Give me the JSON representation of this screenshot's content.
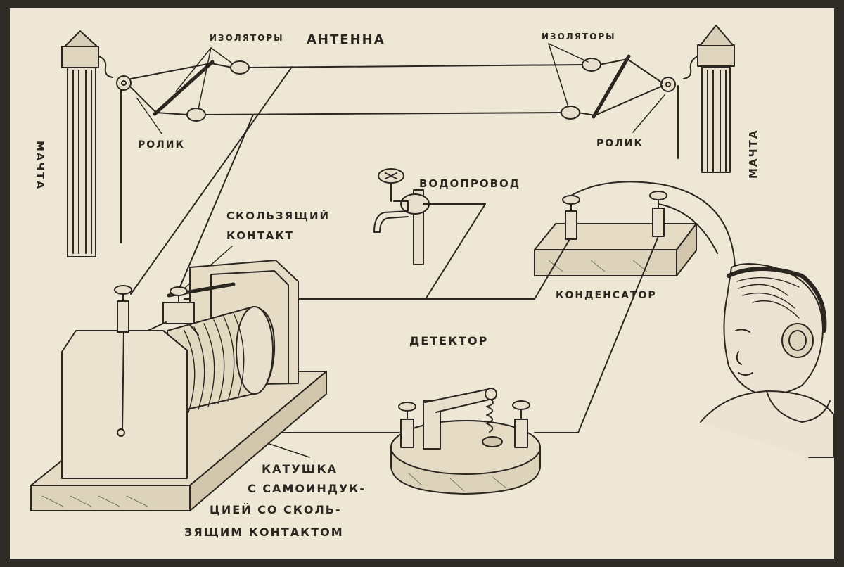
{
  "diagram": {
    "labels": {
      "antenna": "АНТЕННА",
      "insulators_left": "ИЗОЛЯТОРЫ",
      "insulators_right": "ИЗОЛЯТОРЫ",
      "pulley_left": "РОЛИК",
      "pulley_right": "РОЛИК",
      "mast_left": "МАЧТА",
      "mast_right": "МАЧТА",
      "water_pipe": "ВОДОПРОВОД",
      "sliding_contact_line1": "СКОЛЬЗЯЩИЙ",
      "sliding_contact_line2": "КОНТАКТ",
      "capacitor": "КОНДЕНСАТОР",
      "detector": "ДЕТЕКТОР",
      "coil_line1": "КАТУШКА",
      "coil_line2": "С САМОИНДУК-",
      "coil_line3": "ЦИЕЙ  СО СКОЛЬ-",
      "coil_line4": "ЗЯЩИМ КОНТАКТОМ"
    }
  },
  "colors": {
    "paper": "#efe7d6",
    "ink": "#2b2620",
    "frame": "#2e2b27"
  }
}
